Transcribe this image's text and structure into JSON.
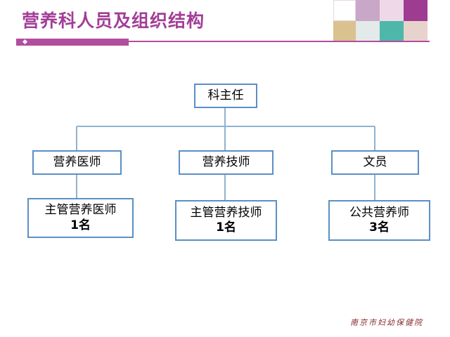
{
  "slide": {
    "title": "营养科人员及组织结构",
    "accent_color": "#a23d97",
    "watermark": "南京市妇幼保健院"
  },
  "org_chart": {
    "root": {
      "label": "科主任"
    },
    "branches": [
      {
        "label": "营养医师",
        "child": {
          "line1": "主管营养医师",
          "line2": "1名"
        }
      },
      {
        "label": "营养技师",
        "child": {
          "line1": "主管营养技师",
          "line2": "1名"
        }
      },
      {
        "label": "文员",
        "child": {
          "line1": "公共营养师",
          "line2": "3名"
        }
      }
    ],
    "box_border_color": "#5b8fc7",
    "connector_color": "#8fb3cf"
  }
}
